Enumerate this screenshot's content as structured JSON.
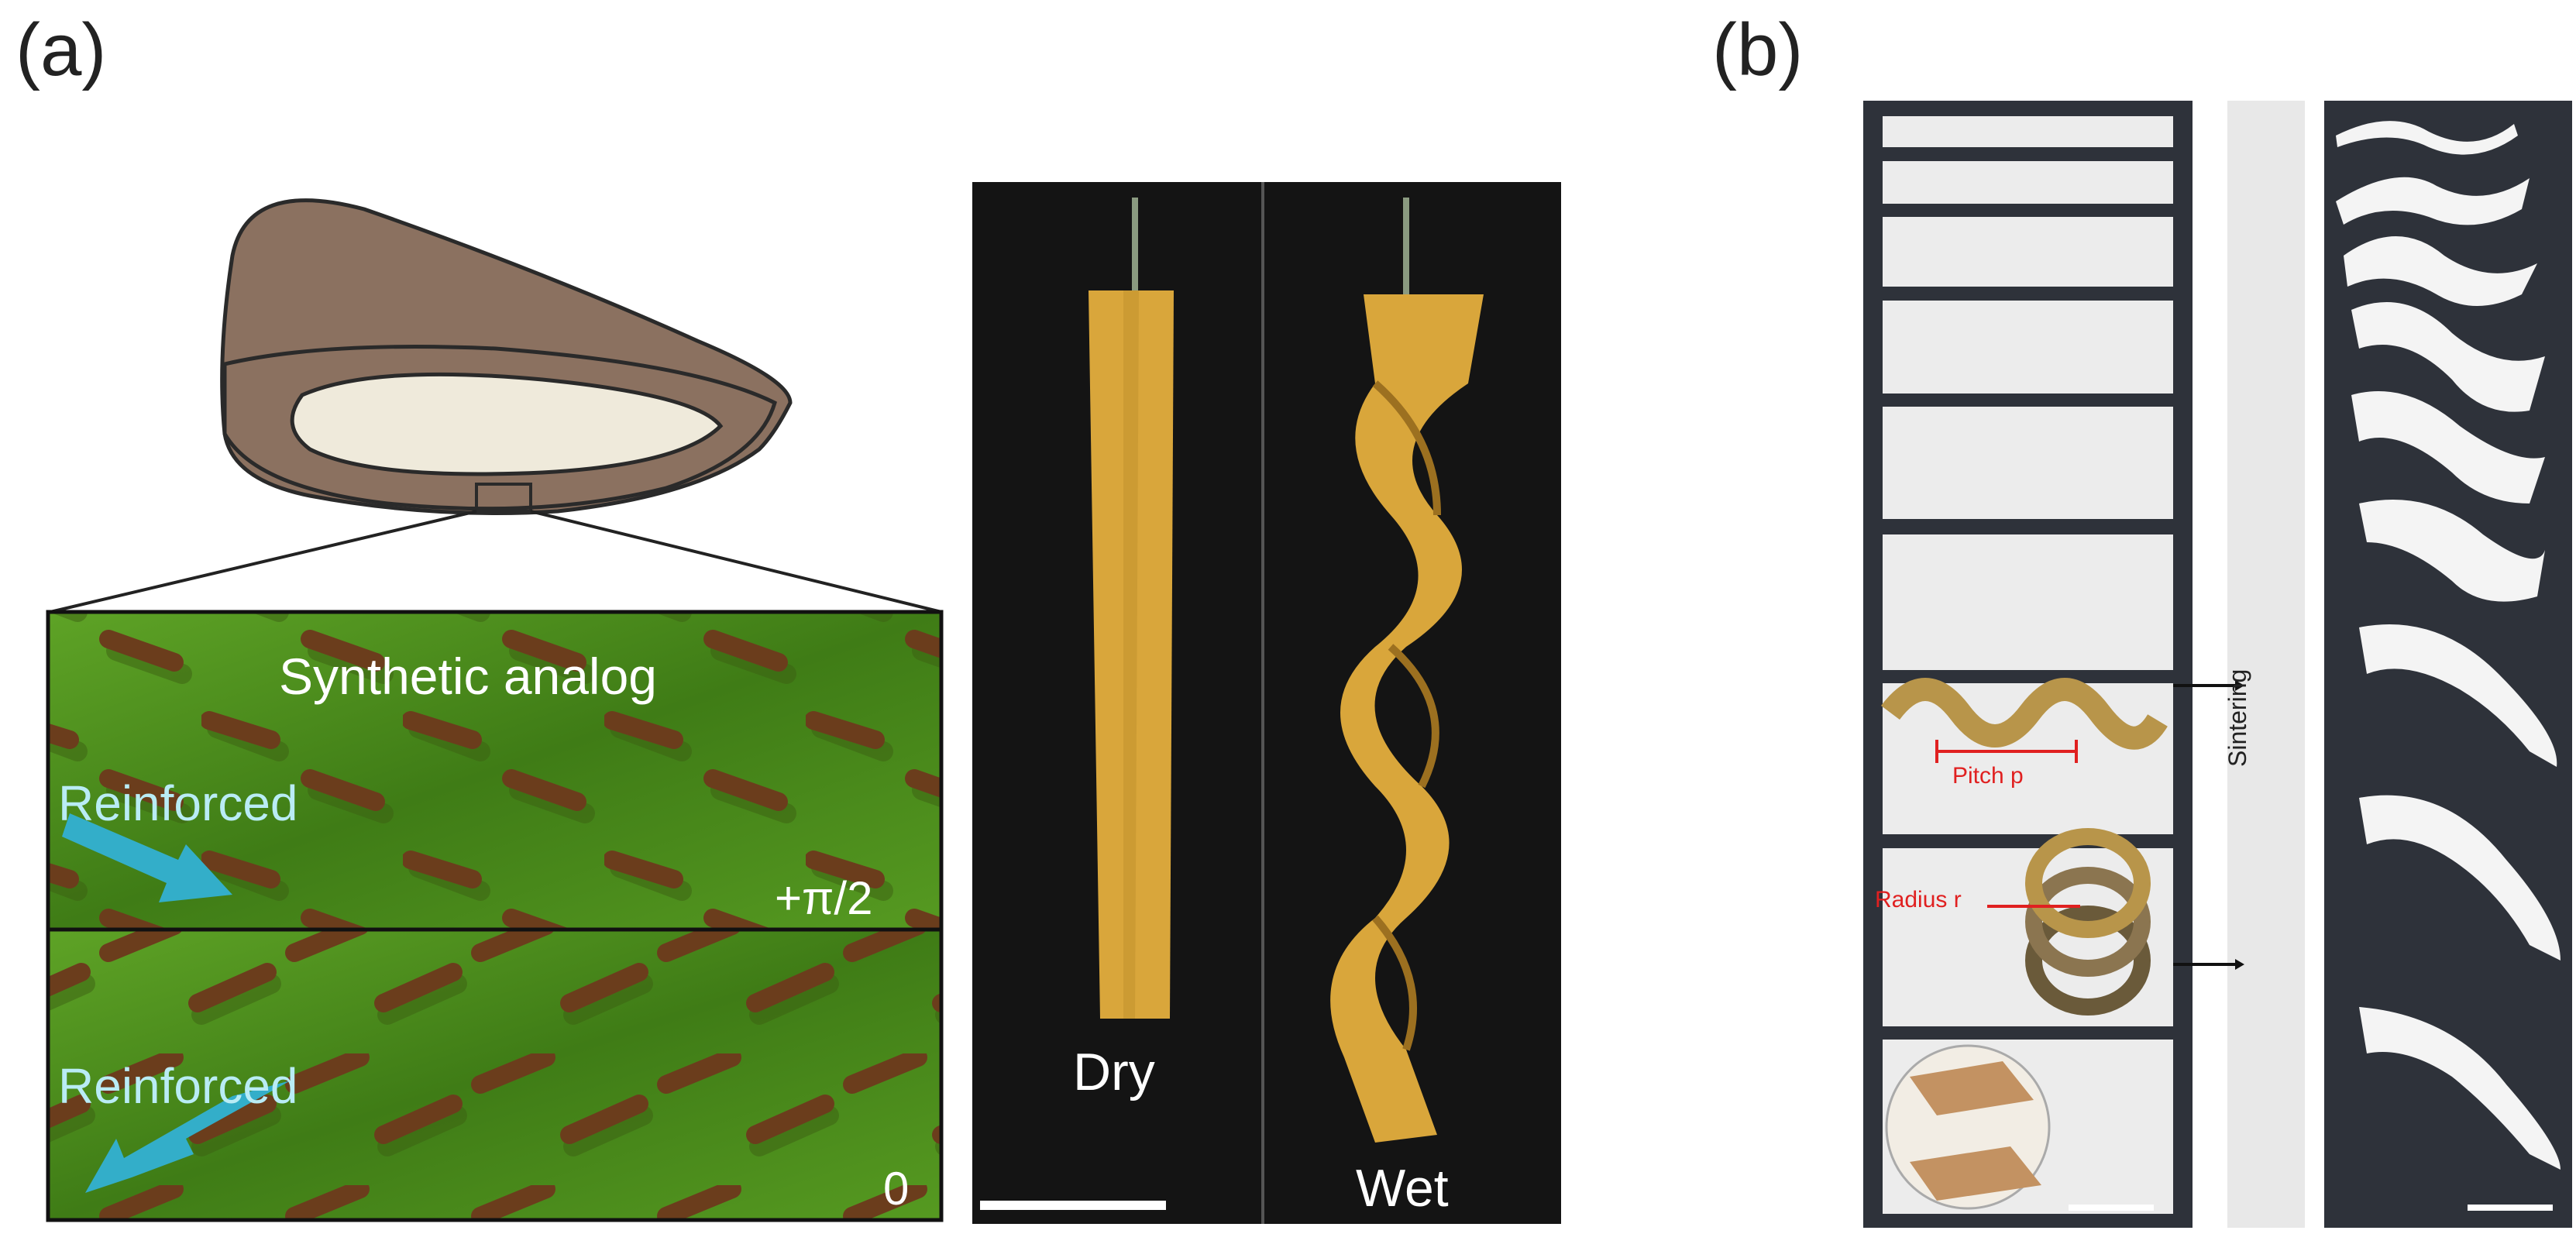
{
  "panel_a": {
    "label": "(a)",
    "analog_title": "Synthetic analog",
    "top_layer": {
      "label": "Reinforced",
      "angle": "+π/2"
    },
    "bottom_layer": {
      "label": "Reinforced",
      "angle": "0"
    },
    "photo": {
      "left_label": "Dry",
      "right_label": "Wet"
    }
  },
  "panel_b": {
    "label": "(b)",
    "pitch_label": "Pitch p",
    "radius_label": "Radius r",
    "process_label": "Sintering"
  },
  "colors": {
    "shell": "#8b7160",
    "fabric_green": "#4e8f1e",
    "fiber_brown": "#6b3d1c",
    "arrow_blue": "#33aec9",
    "strip_yellow": "#d9a63b",
    "photo_bg": "#141414",
    "ceramic_bg": "#2e323a"
  }
}
